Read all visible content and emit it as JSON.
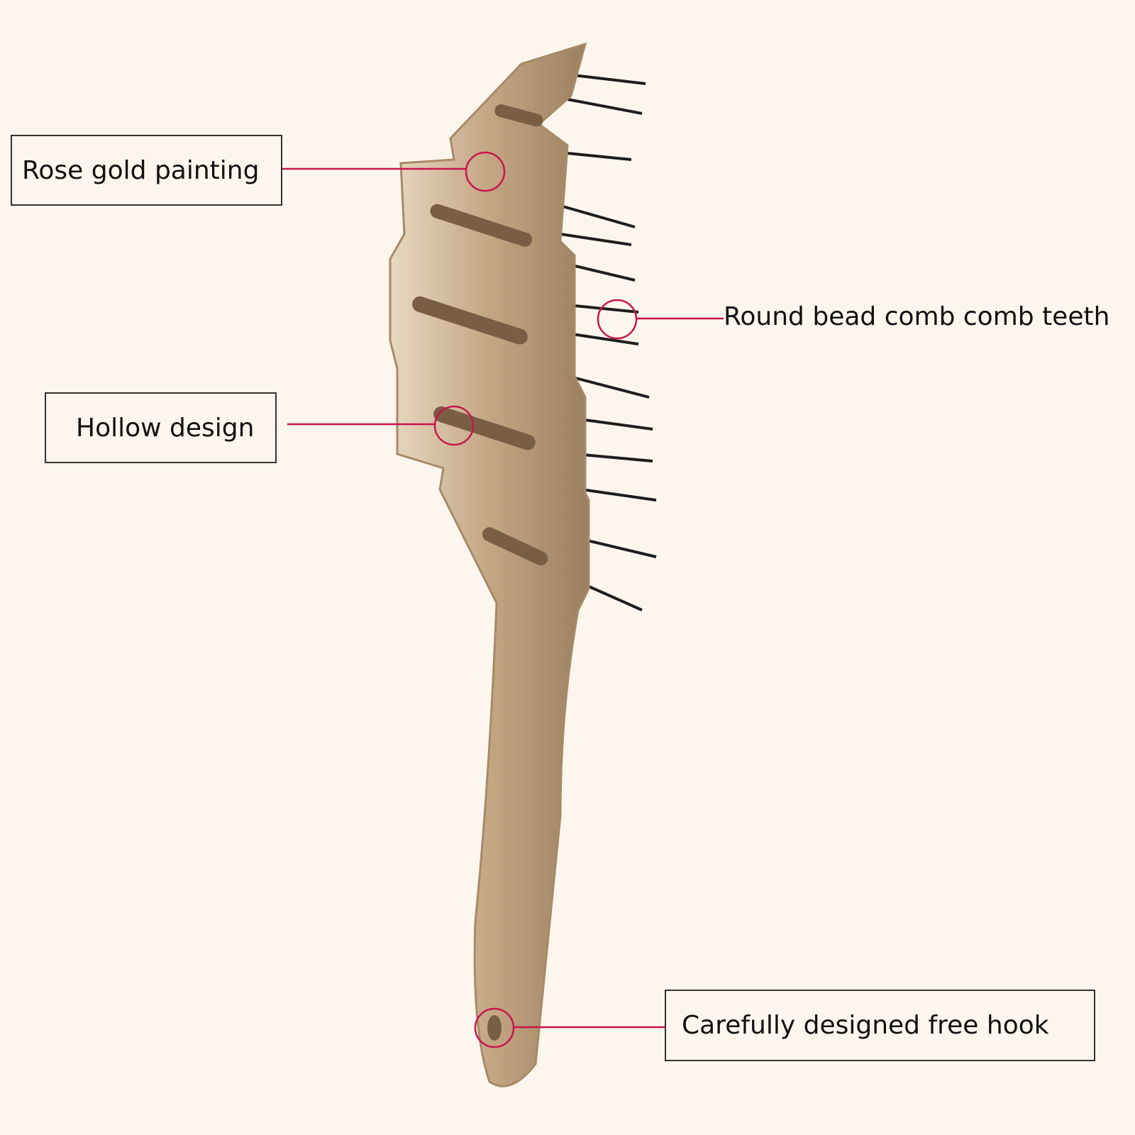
{
  "callouts": {
    "rose_gold": "Rose gold painting",
    "hollow": "Hollow design",
    "comb_teeth": "Round bead comb comb teeth",
    "hook": "Carefully designed free hook"
  },
  "colors": {
    "background": "#fcf6ee",
    "brush": "#c9ad8c",
    "marker": "#c8164a",
    "bristle": "#1e1e1e"
  }
}
